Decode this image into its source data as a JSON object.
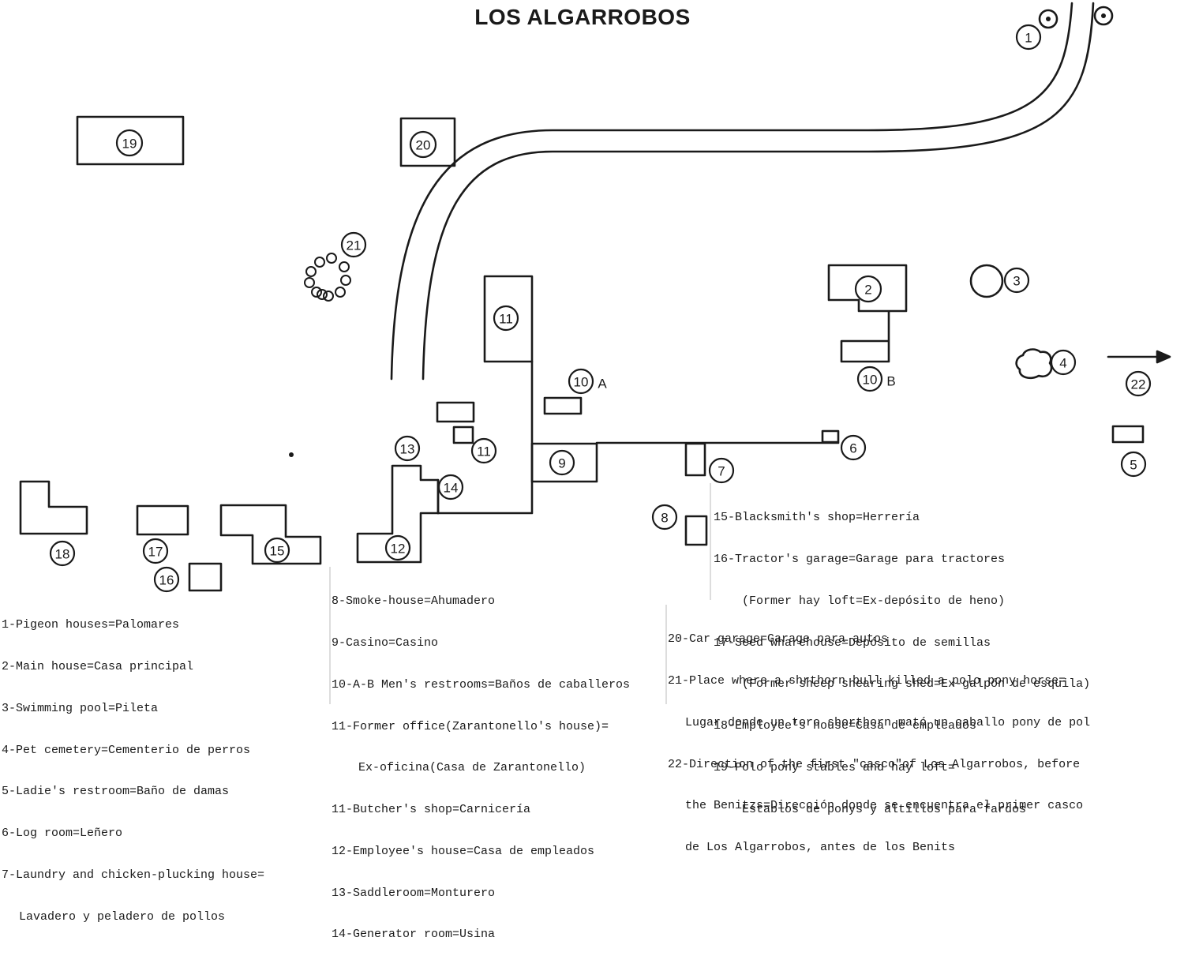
{
  "title": "LOS ALGARROBOS",
  "markers": {
    "m1": "1",
    "m2": "2",
    "m3": "3",
    "m4": "4",
    "m5": "5",
    "m6": "6",
    "m7": "7",
    "m8": "8",
    "m9": "9",
    "m10a": "10",
    "m10a_suffix": "A",
    "m10b": "10",
    "m10b_suffix": "B",
    "m11a": "11",
    "m11b": "11",
    "m12": "12",
    "m13": "13",
    "m14": "14",
    "m15": "15",
    "m16": "16",
    "m17": "17",
    "m18": "18",
    "m19": "19",
    "m20": "20",
    "m21": "21",
    "m22": "22"
  },
  "legend": [
    "1-Pigeon houses=Palomares",
    "2-Main house=Casa principal",
    "3-Swimming pool=Pileta",
    "4-Pet cemetery=Cementerio de perros",
    "5-Ladie's restroom=Baño de damas",
    "6-Log room=Leñero",
    "7-Laundry and chicken-plucking house=",
    "Lavadero y peladero de pollos",
    "8-Smoke-house=Ahumadero",
    "9-Casino=Casino",
    "10-A-B Men's restrooms=Baños de caballeros",
    "11-Former office(Zarantonello's house)=",
    "Ex-oficina(Casa de Zarantonello)",
    "11-Butcher's shop=Carnicería",
    "12-Employee's house=Casa de empleados",
    "13-Saddleroom=Monturero",
    "14-Generator room=Usina",
    "15-Blacksmith's shop=Herrería",
    "16-Tractor's garage=Garage para tractores",
    "(Former hay loft=Ex-depósito de heno)",
    "17-Seed wharehouse=Depósito de semillas",
    "(Former sheep shearing shed=Ex-galpón de esquila)",
    "18-Employee's house=Casa de empleados",
    "19-Polo pony stables and hay loft=",
    "Establos de ponys y altillos para fardos",
    "20-Car garage=Garage para autos",
    "21-Place where a shrthorn bull killed a polo pony horse=",
    "Lugar donde un toro shorthorn mató un caballo pony de pol",
    "22-Direction of the first \"casco\"of Los Algarrobos, before",
    "the Benitzs=Dirección donde se encuentra el primer casco",
    "de Los Algarrobos, antes de los Benits"
  ]
}
